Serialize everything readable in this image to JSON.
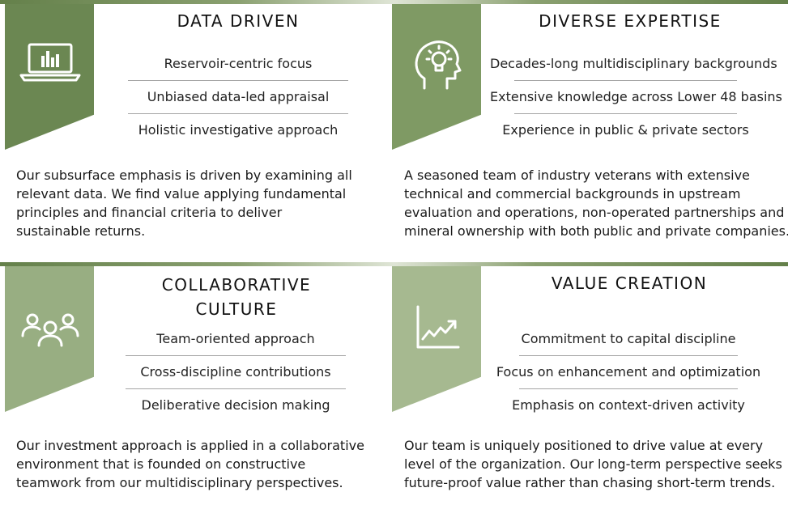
{
  "colors": {
    "banner_dark": "#6b8752",
    "banner_light": "#a6b990",
    "separator": "#a5a5a5",
    "bar_accent": "#64804a"
  },
  "panels": [
    {
      "title_lines": [
        "DATA DRIVEN"
      ],
      "icon": "laptop-chart-icon",
      "items": [
        "Reservoir-centric focus",
        "Unbiased data-led appraisal",
        "Holistic investigative approach"
      ],
      "description_lines": [
        "Our subsurface emphasis is driven by examining all",
        "relevant data.  We find value applying fundamental",
        "principles and financial criteria to deliver",
        "sustainable returns."
      ]
    },
    {
      "title_lines": [
        "DIVERSE EXPERTISE"
      ],
      "icon": "head-lightbulb-icon",
      "items": [
        "Decades-long multidisciplinary backgrounds",
        "Extensive knowledge across Lower 48 basins",
        "Experience in public & private sectors"
      ],
      "description_lines": [
        "A seasoned team of industry veterans with extensive",
        "technical and commercial backgrounds in upstream",
        "evaluation and operations, non-operated partnerships and",
        "mineral ownership with both public and private companies."
      ]
    },
    {
      "title_lines": [
        "COLLABORATIVE",
        "CULTURE"
      ],
      "icon": "team-people-icon",
      "items": [
        "Team-oriented approach",
        "Cross-discipline contributions",
        "Deliberative decision making"
      ],
      "description_lines": [
        "Our investment approach is applied in a collaborative",
        "environment that is founded on constructive",
        "teamwork from our multidisciplinary perspectives."
      ]
    },
    {
      "title_lines": [
        "VALUE CREATION"
      ],
      "icon": "growth-chart-icon",
      "items": [
        "Commitment to capital discipline",
        "Focus on enhancement and optimization",
        "Emphasis on context-driven activity"
      ],
      "description_lines": [
        "Our team is uniquely positioned to drive value at every",
        "level of the organization.  Our long-term perspective seeks",
        "future-proof value rather than chasing short-term trends."
      ]
    }
  ]
}
